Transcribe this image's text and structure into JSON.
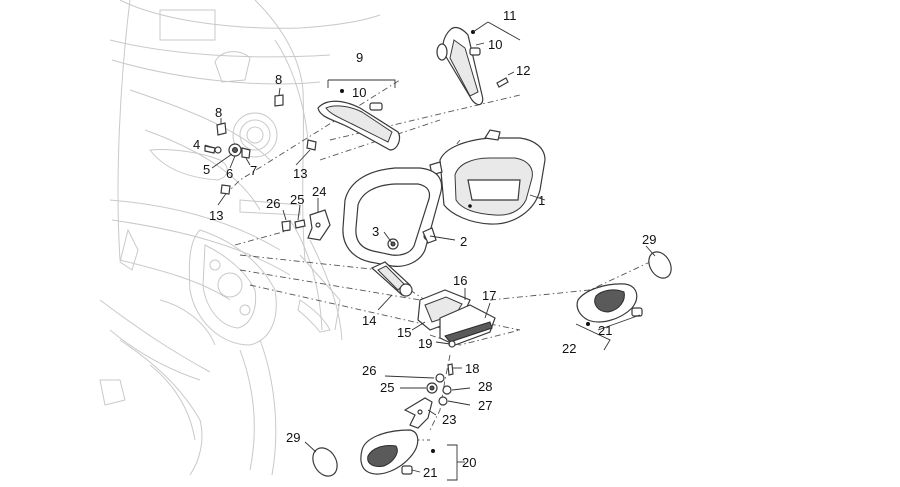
{
  "callouts": [
    "1",
    "2",
    "3",
    "4",
    "5",
    "6",
    "7",
    "8",
    "8",
    "9",
    "10",
    "10",
    "11",
    "12",
    "13",
    "13",
    "14",
    "15",
    "16",
    "17",
    "18",
    "19",
    "20",
    "21",
    "21",
    "22",
    "23",
    "24",
    "25",
    "25",
    "26",
    "26",
    "27",
    "28",
    "29",
    "29"
  ]
}
